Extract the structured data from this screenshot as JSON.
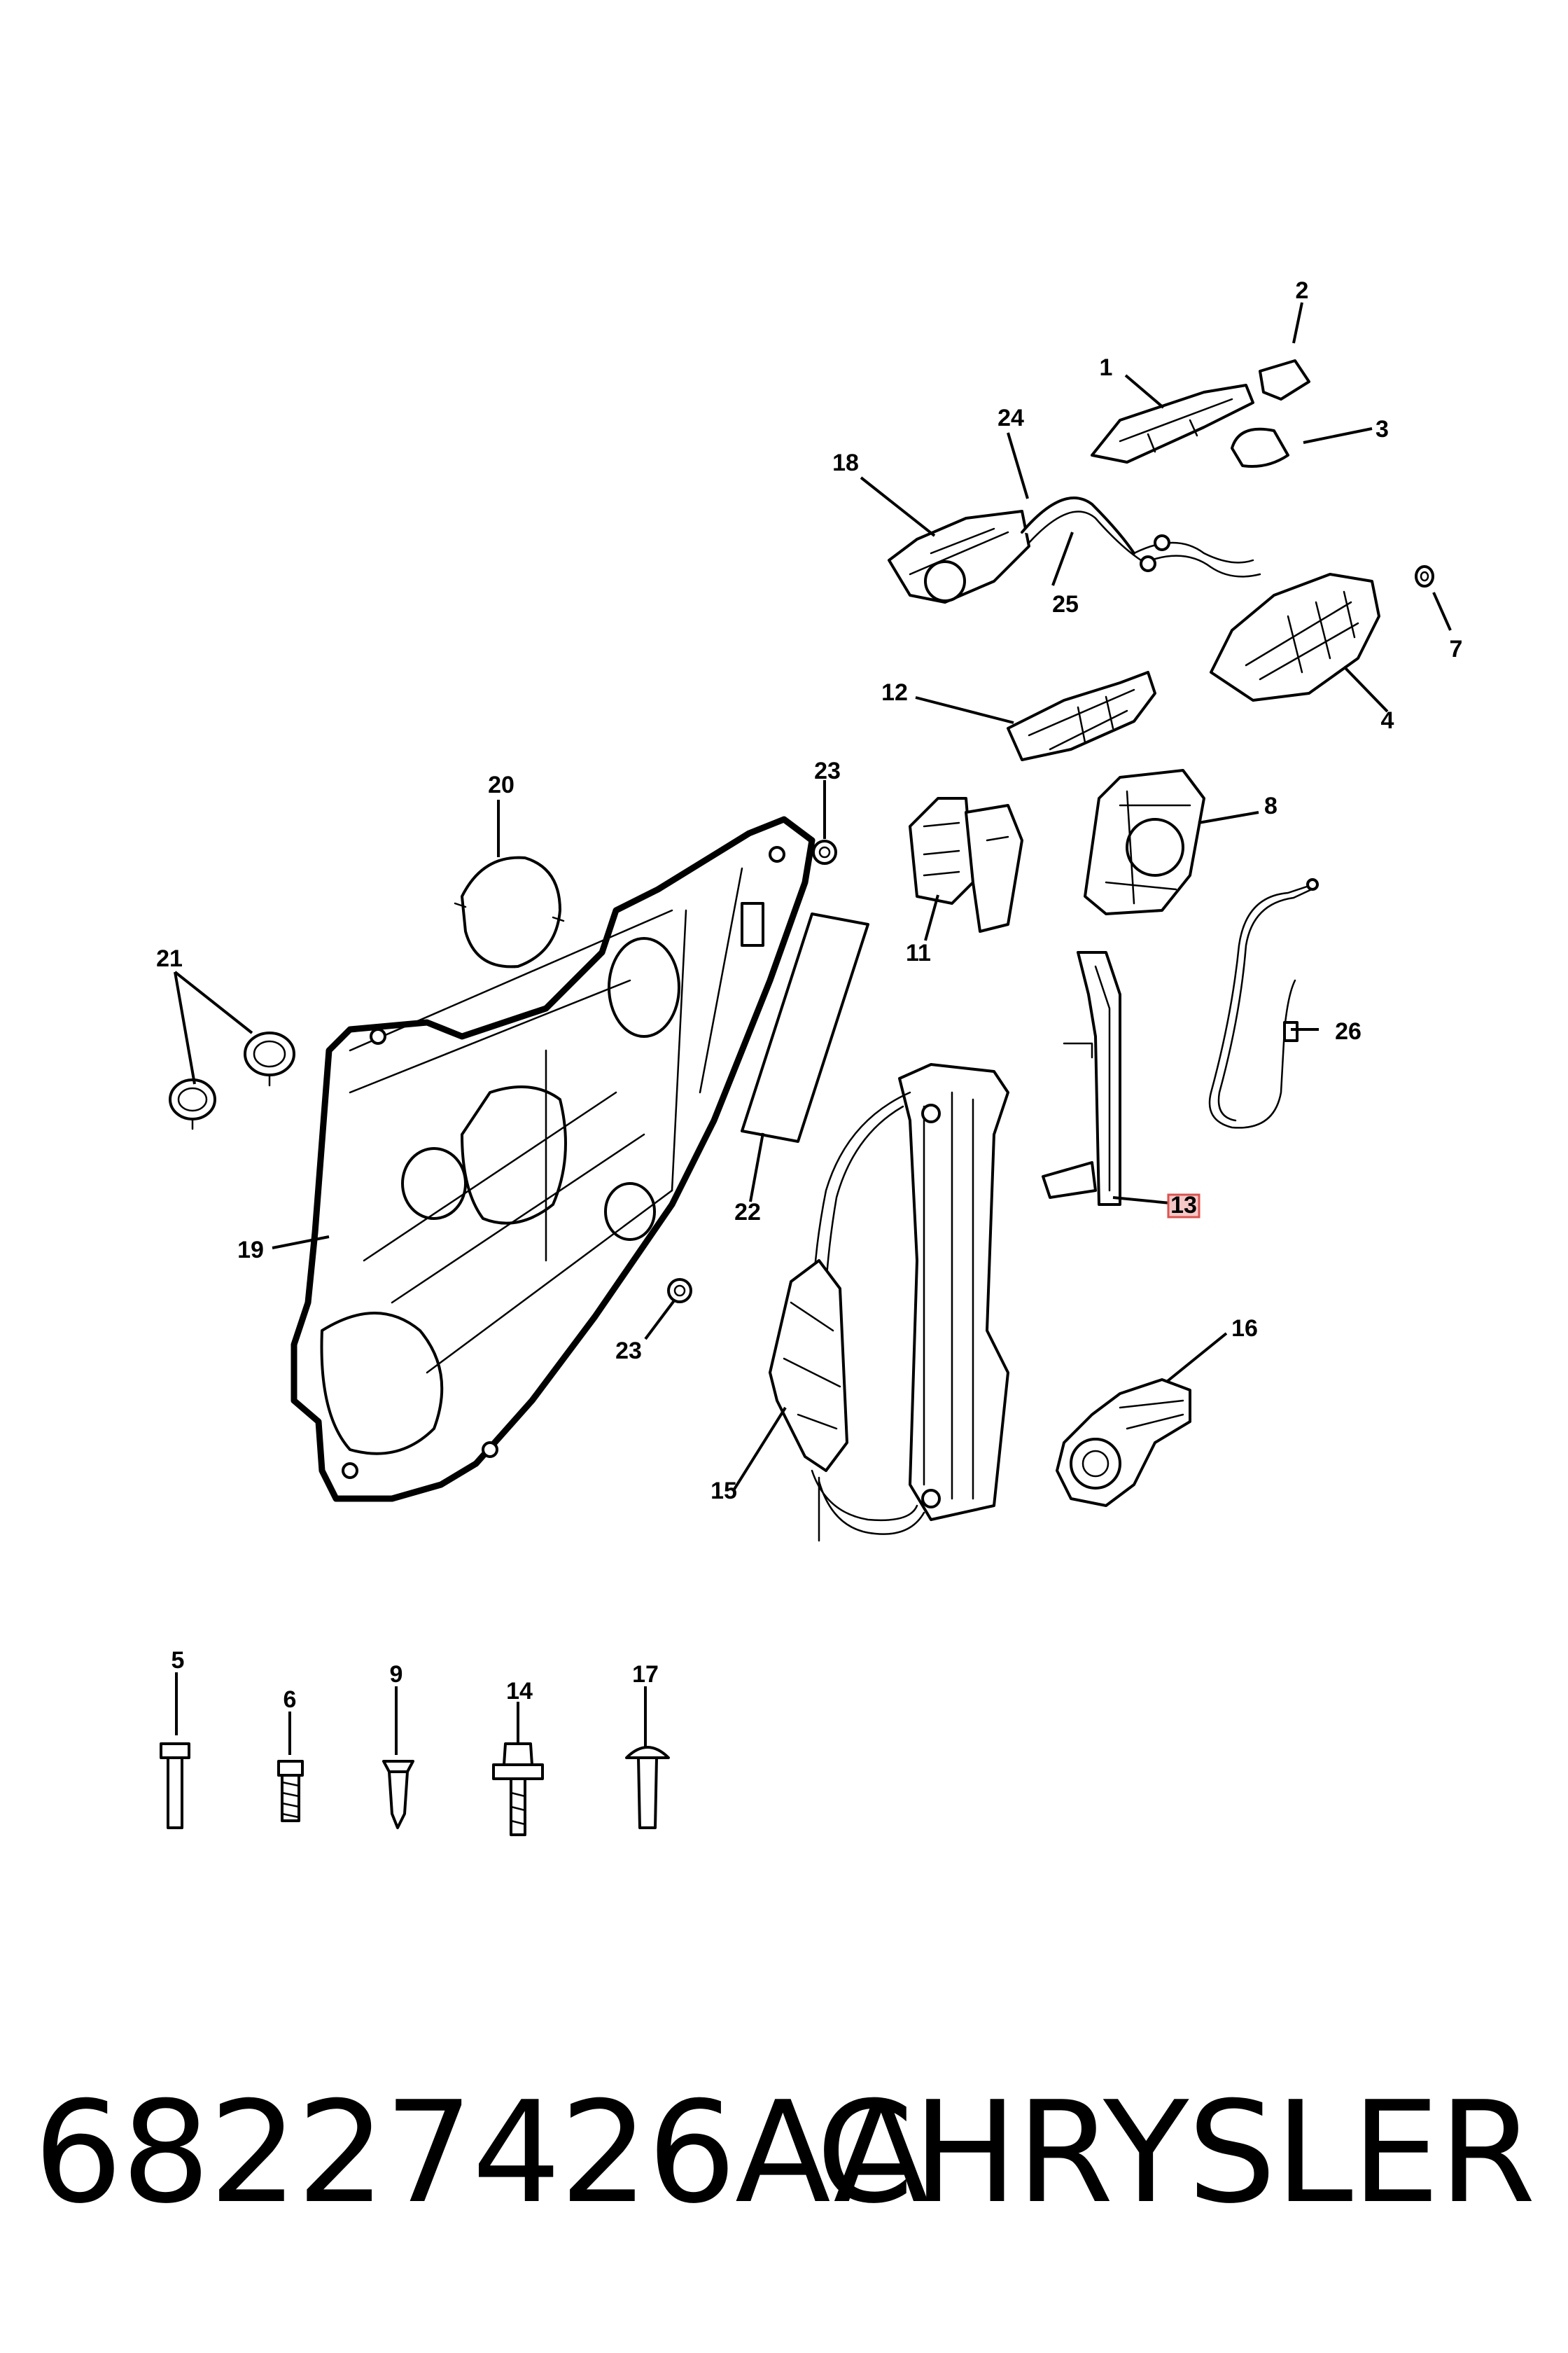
{
  "callouts": [
    {
      "id": "c1",
      "label": "1"
    },
    {
      "id": "c2",
      "label": "2"
    },
    {
      "id": "c3",
      "label": "3"
    },
    {
      "id": "c4",
      "label": "4"
    },
    {
      "id": "c5",
      "label": "5"
    },
    {
      "id": "c6",
      "label": "6"
    },
    {
      "id": "c7",
      "label": "7"
    },
    {
      "id": "c8",
      "label": "8"
    },
    {
      "id": "c9",
      "label": "9"
    },
    {
      "id": "c11",
      "label": "11"
    },
    {
      "id": "c12",
      "label": "12"
    },
    {
      "id": "c13",
      "label": "13",
      "highlighted": true
    },
    {
      "id": "c14",
      "label": "14"
    },
    {
      "id": "c15",
      "label": "15"
    },
    {
      "id": "c16",
      "label": "16"
    },
    {
      "id": "c17",
      "label": "17"
    },
    {
      "id": "c18",
      "label": "18"
    },
    {
      "id": "c19",
      "label": "19"
    },
    {
      "id": "c20",
      "label": "20"
    },
    {
      "id": "c21",
      "label": "21"
    },
    {
      "id": "c22",
      "label": "22"
    },
    {
      "id": "c23a",
      "label": "23"
    },
    {
      "id": "c23b",
      "label": "23"
    },
    {
      "id": "c24",
      "label": "24"
    },
    {
      "id": "c25",
      "label": "25"
    },
    {
      "id": "c26",
      "label": "26"
    }
  ],
  "highlight_color": "#d9534f",
  "footer": {
    "part_number": "68227426AA",
    "brand": "CHRYSLER"
  }
}
